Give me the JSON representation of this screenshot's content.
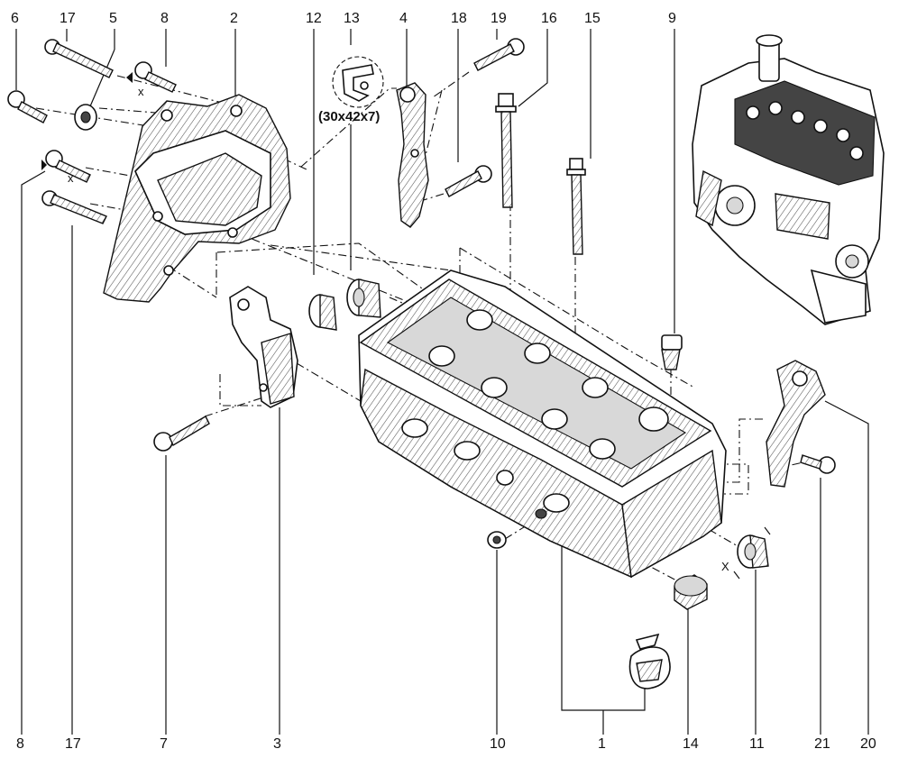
{
  "diagram": {
    "callouts": [
      {
        "id": "6",
        "text": "6"
      },
      {
        "id": "17a",
        "text": "17"
      },
      {
        "id": "5",
        "text": "5"
      },
      {
        "id": "8a",
        "text": "8"
      },
      {
        "id": "2",
        "text": "2"
      },
      {
        "id": "12",
        "text": "12"
      },
      {
        "id": "13",
        "text": "13"
      },
      {
        "id": "4",
        "text": "4"
      },
      {
        "id": "18",
        "text": "18"
      },
      {
        "id": "19",
        "text": "19"
      },
      {
        "id": "16",
        "text": "16"
      },
      {
        "id": "15",
        "text": "15"
      },
      {
        "id": "9",
        "text": "9"
      },
      {
        "id": "8b",
        "text": "8"
      },
      {
        "id": "17b",
        "text": "17"
      },
      {
        "id": "7",
        "text": "7"
      },
      {
        "id": "3",
        "text": "3"
      },
      {
        "id": "10",
        "text": "10"
      },
      {
        "id": "1",
        "text": "1"
      },
      {
        "id": "14",
        "text": "14"
      },
      {
        "id": "11",
        "text": "11"
      },
      {
        "id": "21",
        "text": "21"
      },
      {
        "id": "20",
        "text": "20"
      }
    ],
    "seal_size": "(30x42x7)",
    "marks": {
      "x1": "x",
      "x2": "x",
      "x3": "X"
    }
  }
}
